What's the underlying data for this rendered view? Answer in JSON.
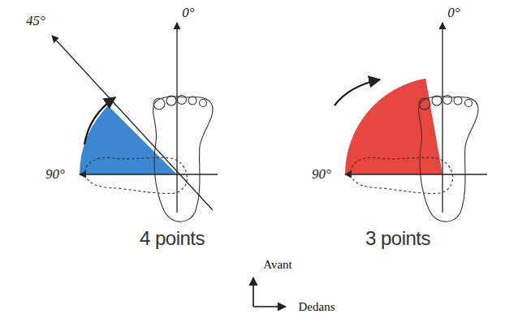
{
  "diagram": {
    "labels": [
      "45°",
      "0°",
      "90°",
      "4 points",
      "0°",
      "90°",
      "3 points",
      "Avant",
      "Dedans"
    ]
  }
}
